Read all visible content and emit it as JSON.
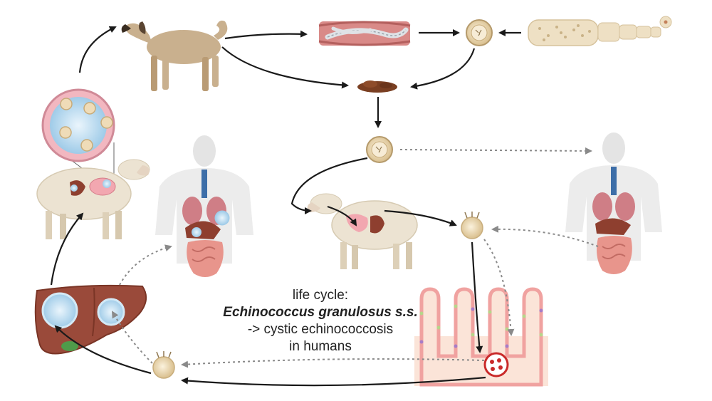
{
  "caption": {
    "line1": "life cycle:",
    "line2": "Echinococcus granulosus s.s.",
    "line3": "-> cystic echinococcosis",
    "line4": "in humans"
  },
  "colors": {
    "solid_arrow": "#1a1a1a",
    "dotted_arrow": "#8a8a8a",
    "dog_fur": "#c9b08e",
    "sheep_wool": "#ece3d2",
    "liver": "#9a4a3a",
    "cyst_fill": "#cfe6f5",
    "tissue_pink": "#f3b7b2",
    "egg": "#efdcb8"
  },
  "icons": [
    "dog-icon",
    "intestine-worm-icon",
    "egg-icon",
    "tapeworm-icon",
    "feces-icon",
    "cyst-magnified-icon",
    "sheep-infected-icon",
    "human-infected-icon",
    "sheep-icon",
    "human-icon",
    "oncosphere-icon",
    "intestinal-villi-icon",
    "liver-cyst-icon"
  ]
}
